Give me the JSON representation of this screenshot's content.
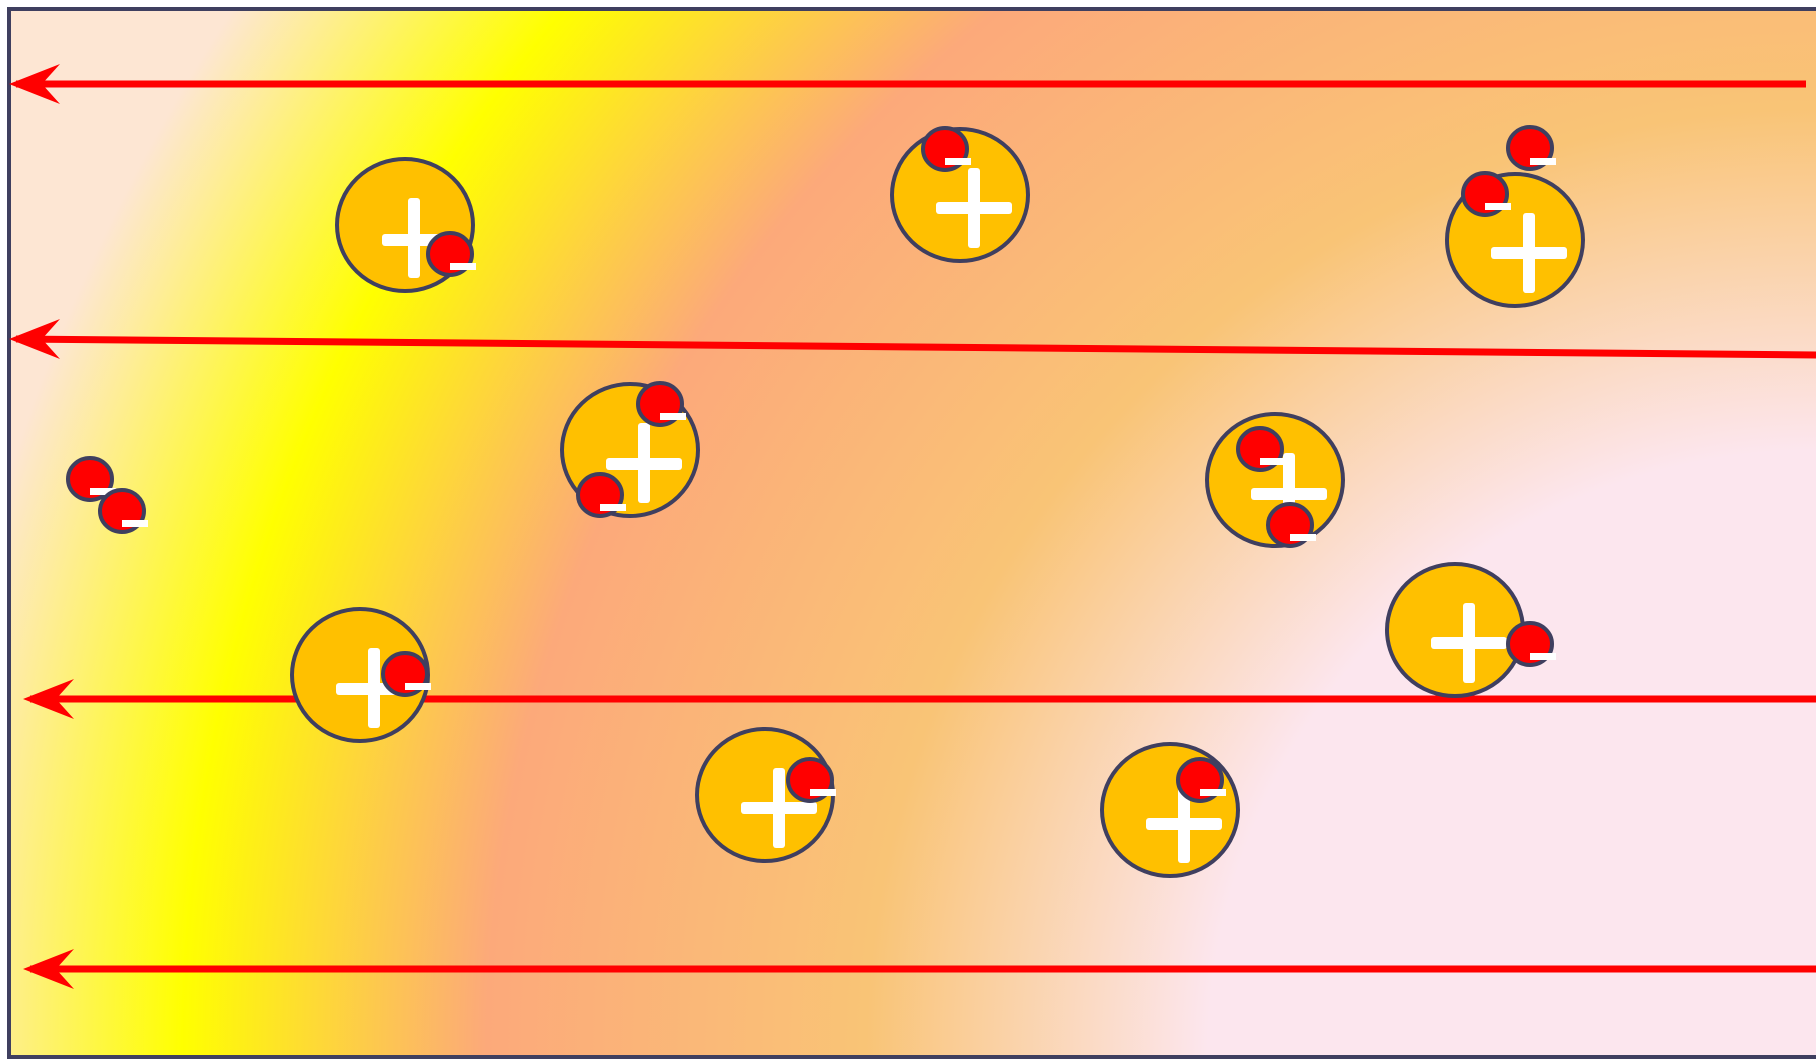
{
  "diagram": {
    "colors": {
      "field_line": "#ff0000",
      "ion_fill": "#ffc000",
      "electron_fill": "#ff0000",
      "outline": "#3f3f5f",
      "sign": "#ffffff",
      "gradient_stops": [
        "#fde6d3",
        "#ffff00",
        "#fca97a",
        "#f9c476",
        "#fce6ee"
      ]
    },
    "field_direction": "left",
    "field_line_count": 4,
    "ions": [
      {
        "id": 1,
        "charge": "positive",
        "electrons": 1
      },
      {
        "id": 2,
        "charge": "positive",
        "electrons": 1
      },
      {
        "id": 3,
        "charge": "positive",
        "electrons": 2
      },
      {
        "id": 4,
        "charge": "positive",
        "electrons": 2
      },
      {
        "id": 5,
        "charge": "positive",
        "electrons": 2
      },
      {
        "id": 6,
        "charge": "positive",
        "electrons": 1
      },
      {
        "id": 7,
        "charge": "positive",
        "electrons": 1
      },
      {
        "id": 8,
        "charge": "positive",
        "electrons": 1
      },
      {
        "id": 9,
        "charge": "positive",
        "electrons": 1
      }
    ],
    "free_electrons": 2
  }
}
